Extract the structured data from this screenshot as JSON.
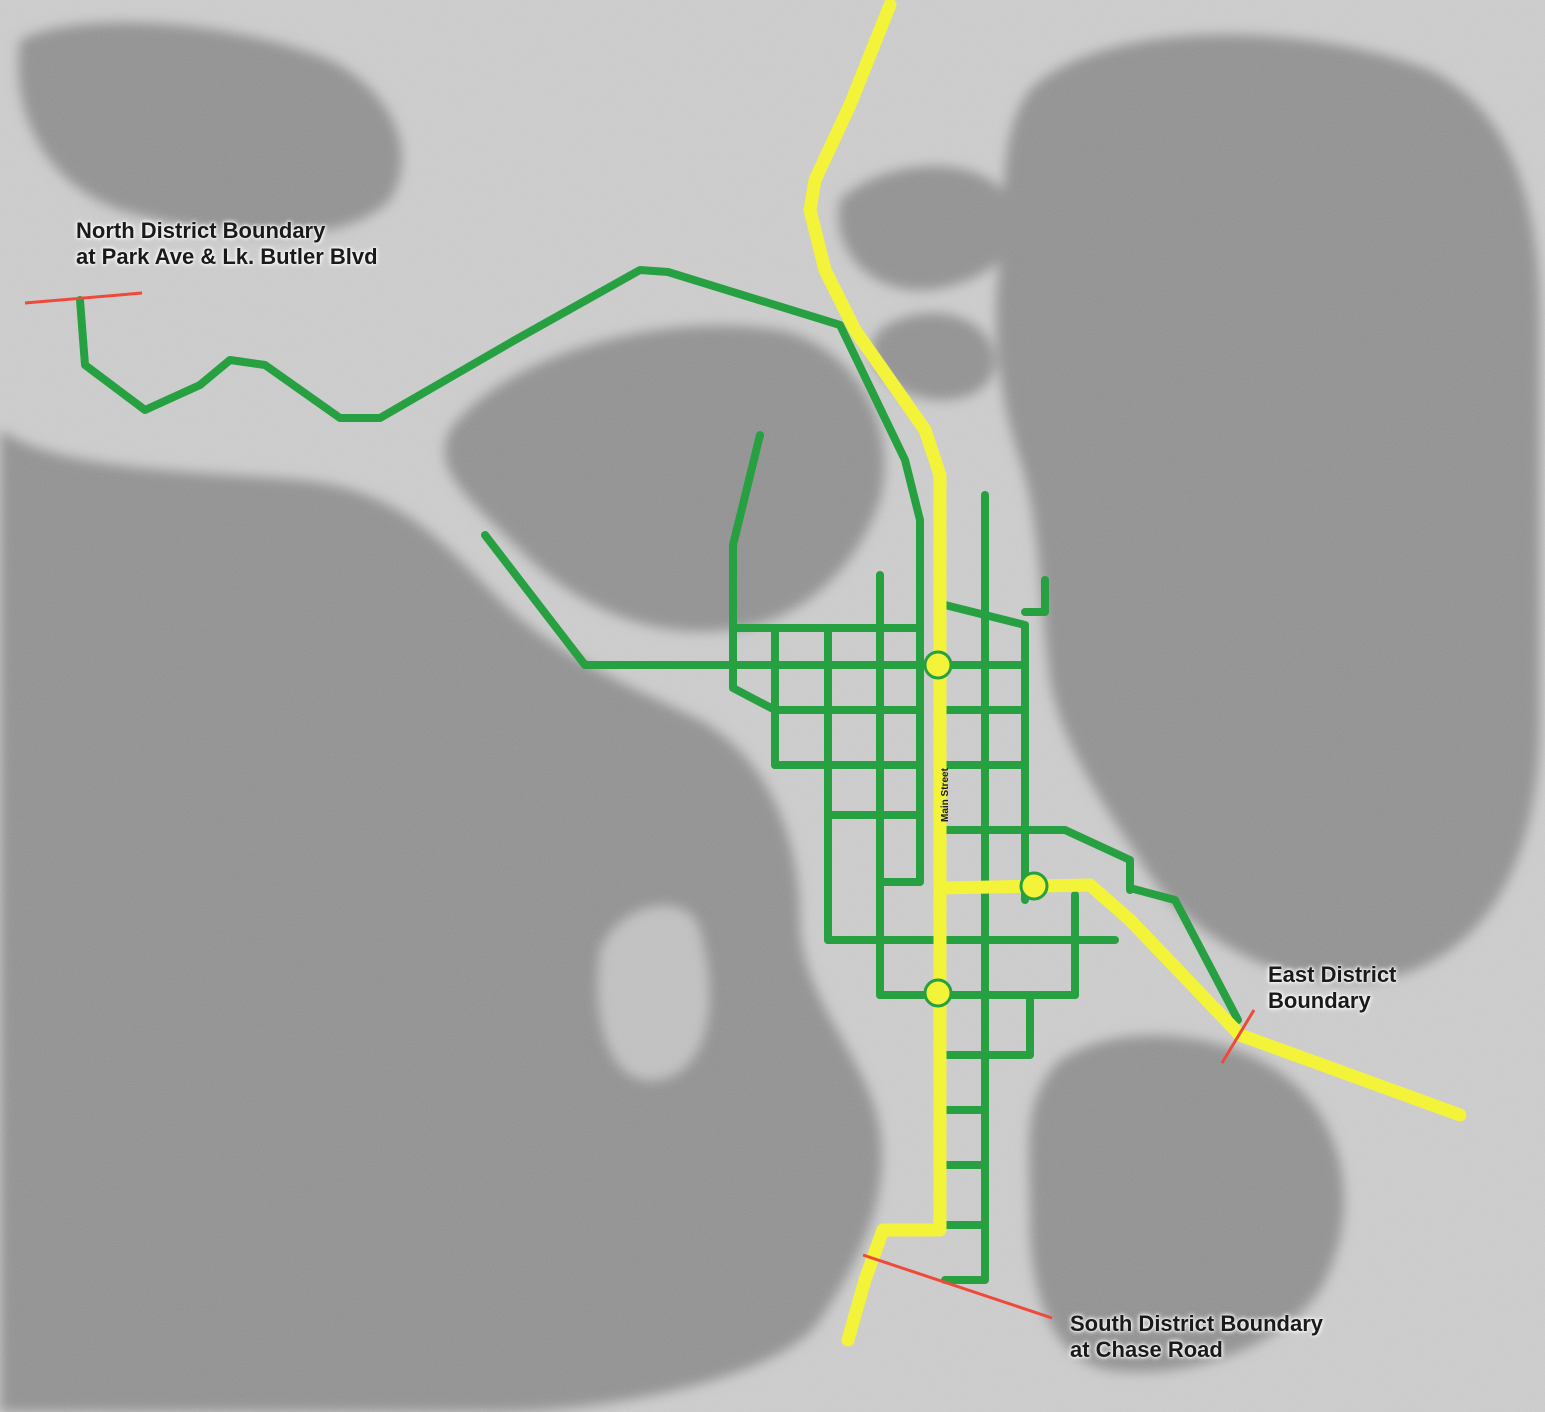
{
  "map": {
    "labels": {
      "north": [
        "North District Boundary",
        "at Park Ave & Lk. Butler Blvd"
      ],
      "east": [
        "East District",
        "Boundary"
      ],
      "south": [
        "South District Boundary",
        "at Chase Road"
      ],
      "main_street": "Main Street"
    },
    "colors": {
      "water": "#8e8e8e",
      "land": "#c9c9c9",
      "green_route": "#27a041",
      "yellow_route": "#f3f33a",
      "boundary": "#ee4a3a",
      "label_text": "#1a1a1a"
    }
  }
}
